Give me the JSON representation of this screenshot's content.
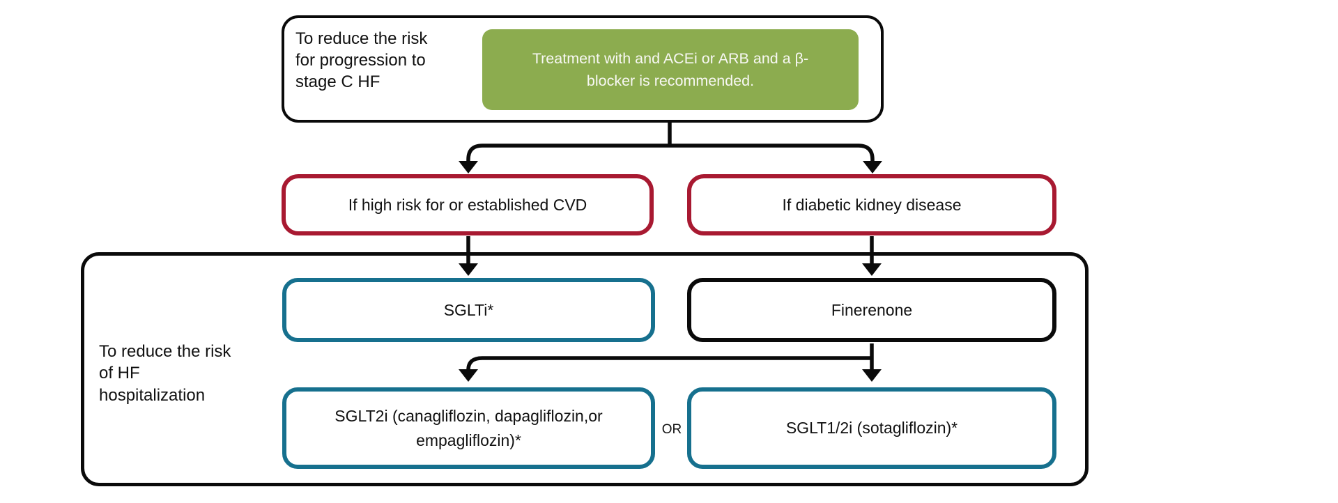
{
  "colors": {
    "green": "#8CAC4F",
    "crimson": "#A81931",
    "teal": "#16708E",
    "line": "#0A0A0A",
    "text": "#111111",
    "green_text": "#F8F8F4"
  },
  "progression_section": {
    "label": "To reduce the risk for progression to stage C HF",
    "recommendation": "Treatment with and ACEi or ARB and a β-blocker is recommended."
  },
  "branches": {
    "cvd": "If high risk for or established CVD",
    "dkd": "If diabetic kidney disease"
  },
  "hospitalization_section": {
    "label": "To reduce the risk of HF hospitalization",
    "sglti": "SGLTi*",
    "finerenone": "Finerenone",
    "sglt2i": "SGLT2i (canagliflozin, dapagliflozin,or empagliflozin)*",
    "or": "OR",
    "sglt12i": "SGLT1/2i (sotagliflozin)*"
  }
}
